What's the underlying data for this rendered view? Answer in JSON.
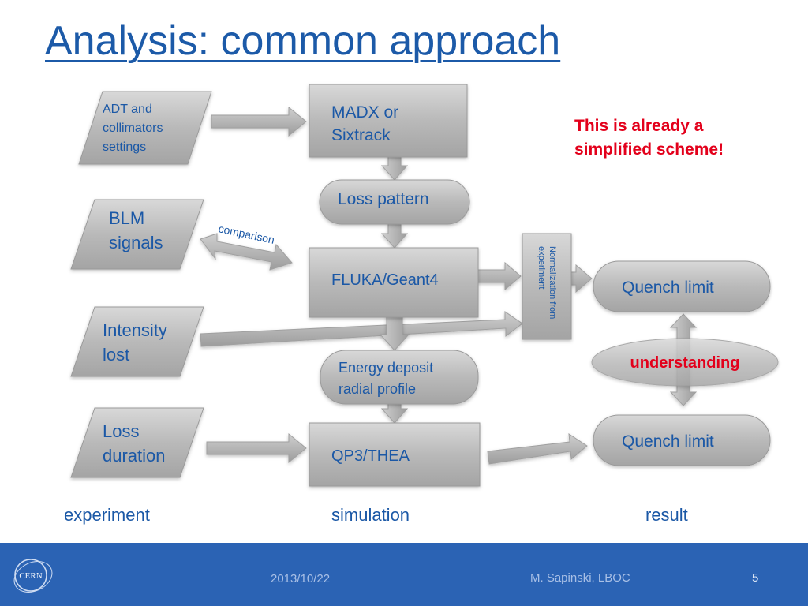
{
  "slide": {
    "title": "Analysis: common approach",
    "note_line1": "This is already a",
    "note_line2": "simplified scheme!"
  },
  "inputs": {
    "adt_line1": "ADT and",
    "adt_line2": "collimators",
    "adt_line3": "settings",
    "blm_line1": "BLM",
    "blm_line2": "signals",
    "intensity_line1": "Intensity",
    "intensity_line2": "lost",
    "loss_line1": "Loss",
    "loss_line2": "duration"
  },
  "simulation": {
    "madx_line1": "MADX or",
    "madx_line2": "Sixtrack",
    "loss_pattern": "Loss pattern",
    "fluka": "FLUKA/Geant4",
    "energy_line1": "Energy deposit",
    "energy_line2": "radial profile",
    "qp3": "QP3/THEA"
  },
  "normalization": {
    "line1": "Normalization from",
    "line2": "experiment"
  },
  "comparison_label": "comparison",
  "results": {
    "quench_top": "Quench limit",
    "understanding": "understanding",
    "quench_bottom": "Quench limit"
  },
  "columns": {
    "experiment": "experiment",
    "simulation": "simulation",
    "result": "result"
  },
  "footer": {
    "date": "2013/10/22",
    "author": "M. Sapinski, LBOC",
    "page": "5",
    "logo_text": "CERN"
  },
  "colors": {
    "title_blue": "#1c5aa8",
    "note_red": "#e3001b",
    "footer_blue": "#2b63b4",
    "shape_gray": "#b3b3b3"
  }
}
